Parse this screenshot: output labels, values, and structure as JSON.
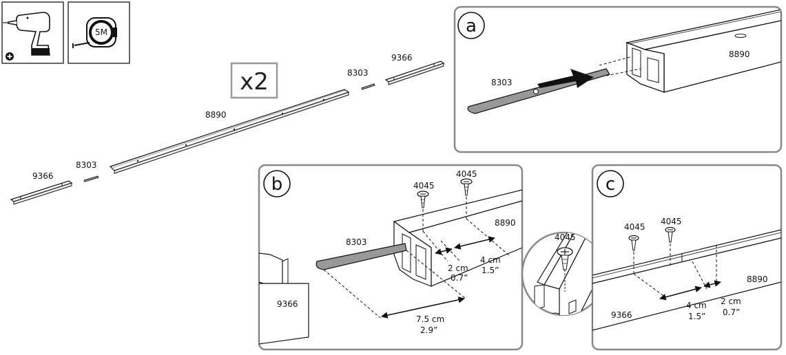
{
  "tools": {
    "drill": {
      "icon": "power-drill-icon",
      "badge_icon": "plus-icon"
    },
    "tape": {
      "icon": "tape-measure-icon",
      "label": "5M"
    }
  },
  "overview": {
    "quantity": "x2",
    "parts": {
      "end_cap_left": "9366",
      "connector_left": "8303",
      "rail": "8890",
      "connector_right": "8303",
      "end_cap_right": "9366"
    }
  },
  "panel_a": {
    "letter": "a",
    "connector": "8303",
    "rail": "8890"
  },
  "panel_b": {
    "letter": "b",
    "connector": "8303",
    "end_cap": "9366",
    "rail": "8890",
    "screw_1": "4045",
    "screw_2": "4045",
    "detail_screw": "4045",
    "dim_short_cm": "2 cm",
    "dim_short_in": "0.7”",
    "dim_mid_cm": "4 cm",
    "dim_mid_in": "1.5”",
    "dim_long_cm": "7.5 cm",
    "dim_long_in": "2.9”"
  },
  "panel_c": {
    "letter": "c",
    "screw_1": "4045",
    "screw_2": "4045",
    "end_cap": "9366",
    "rail": "8890",
    "dim_mid_cm": "4 cm",
    "dim_mid_in": "1.5”",
    "dim_short_cm": "2 cm",
    "dim_short_in": "0.7”"
  }
}
